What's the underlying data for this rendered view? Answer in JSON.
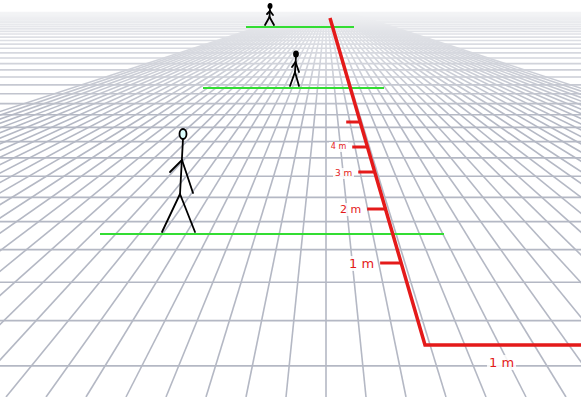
{
  "diagram": {
    "labels": [
      "4 m",
      "3 m",
      "2 m",
      "1 m",
      "1 m"
    ]
  }
}
